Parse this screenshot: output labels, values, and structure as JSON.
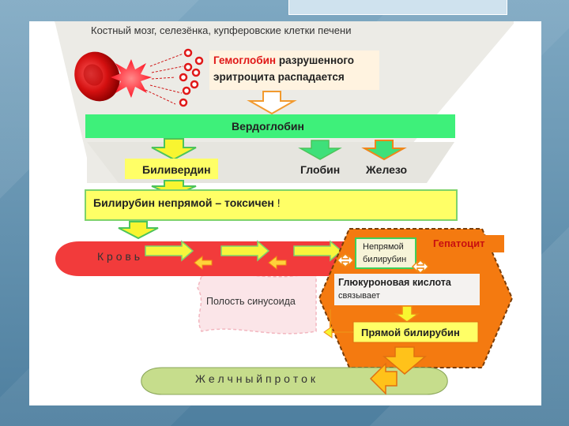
{
  "diagram": {
    "top_caption": "Костный мозг, селезёнка, купферовские клетки печени",
    "hemoglobin": {
      "part1": "Гемоглобин",
      "part2": "разрушенного",
      "line2": "эритроцита распадается"
    },
    "verdoglobin": "Вердоглобин",
    "biliverdin": "Биливердин",
    "globin": "Глобин",
    "iron": "Железо",
    "bilirubin_indirect": {
      "text": "Билирубин непрямой  –  токсичен",
      "mark": "!"
    },
    "blood": "К р о в ь",
    "hepatocyte": "Гепатоцит",
    "indirect_bilirubin_box": {
      "line1": "Непрямой",
      "line2": "билирубин"
    },
    "glucuronic": {
      "line1": "Глюкуроновая кислота",
      "line2": "связывает"
    },
    "sinusoid": "Полость синусоида",
    "direct_bilirubin": "Прямой билирубин",
    "bile_duct": "Ж е л ч н ы й   п р о т о к"
  },
  "colors": {
    "green_bar": "#3ef07a",
    "yellow_box": "#ffff66",
    "blood_red": "#f23b3b",
    "hepatocyte_orange": "#f47a10",
    "bile_duct": "#c6dd8c",
    "gray_funnel": "#ecebe6"
  }
}
